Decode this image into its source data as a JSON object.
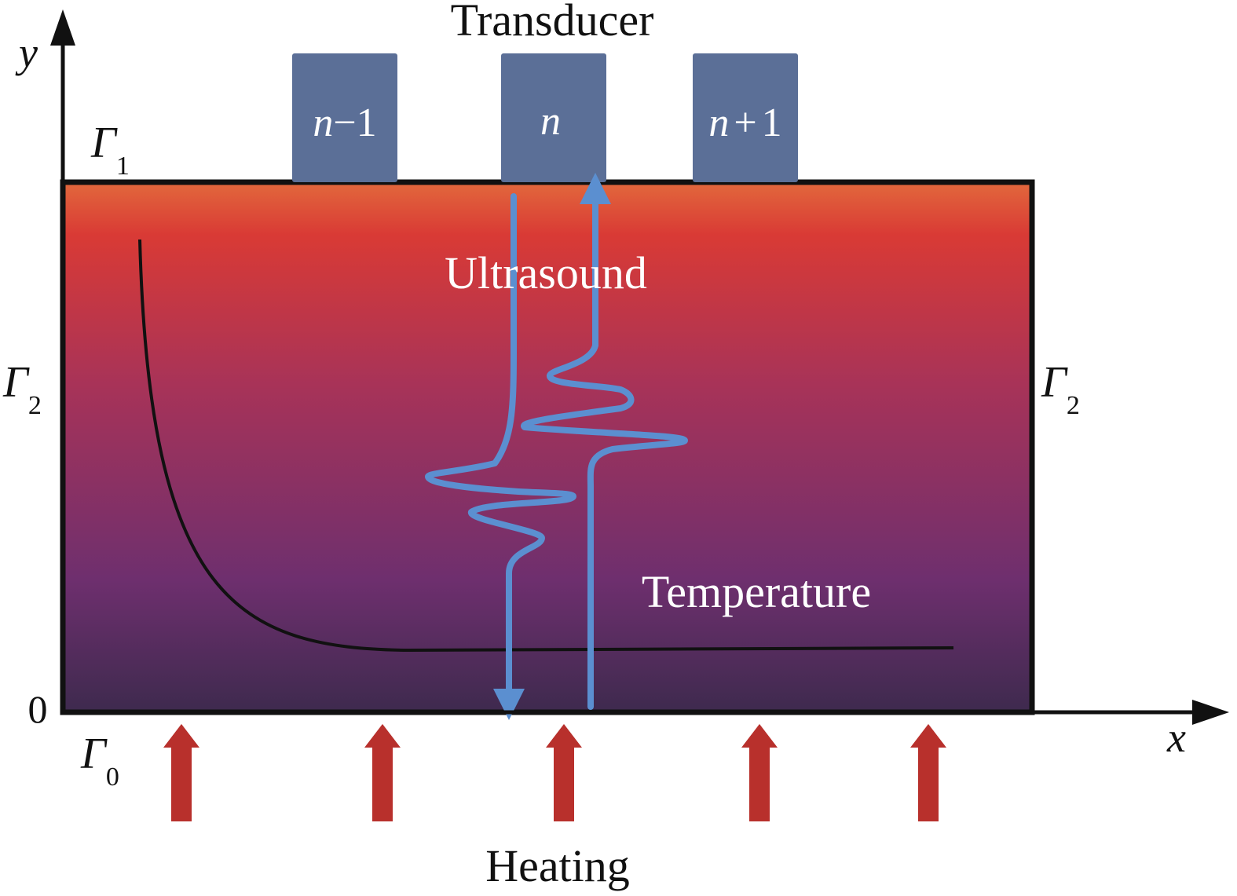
{
  "title": "Transducer",
  "axes": {
    "y_label": "y",
    "x_label": "x",
    "origin_label": "0"
  },
  "boundaries": {
    "gamma1": {
      "symbol": "Γ",
      "subscript": "1"
    },
    "gamma2_left": {
      "symbol": "Γ",
      "subscript": "2"
    },
    "gamma2_right": {
      "symbol": "Γ",
      "subscript": "2"
    },
    "gamma0": {
      "symbol": "Γ",
      "subscript": "0"
    }
  },
  "transducers": [
    {
      "var": "n",
      "op": "−",
      "num": "1"
    },
    {
      "var": "n",
      "op": "",
      "num": ""
    },
    {
      "var": "n",
      "op": "+",
      "num": "1"
    }
  ],
  "labels": {
    "ultrasound": "Ultrasound",
    "temperature": "Temperature",
    "heating": "Heating"
  },
  "colors": {
    "block_top": "#e2683c",
    "block_red": "#d93a35",
    "block_mid": "#a83358",
    "block_purple": "#7b2f6e",
    "block_bottom": "#3e2a4e",
    "transducer": "#5b6f97",
    "wave": "#5b8fd0",
    "heat_arrow": "#b8302c",
    "axis": "#111111"
  }
}
